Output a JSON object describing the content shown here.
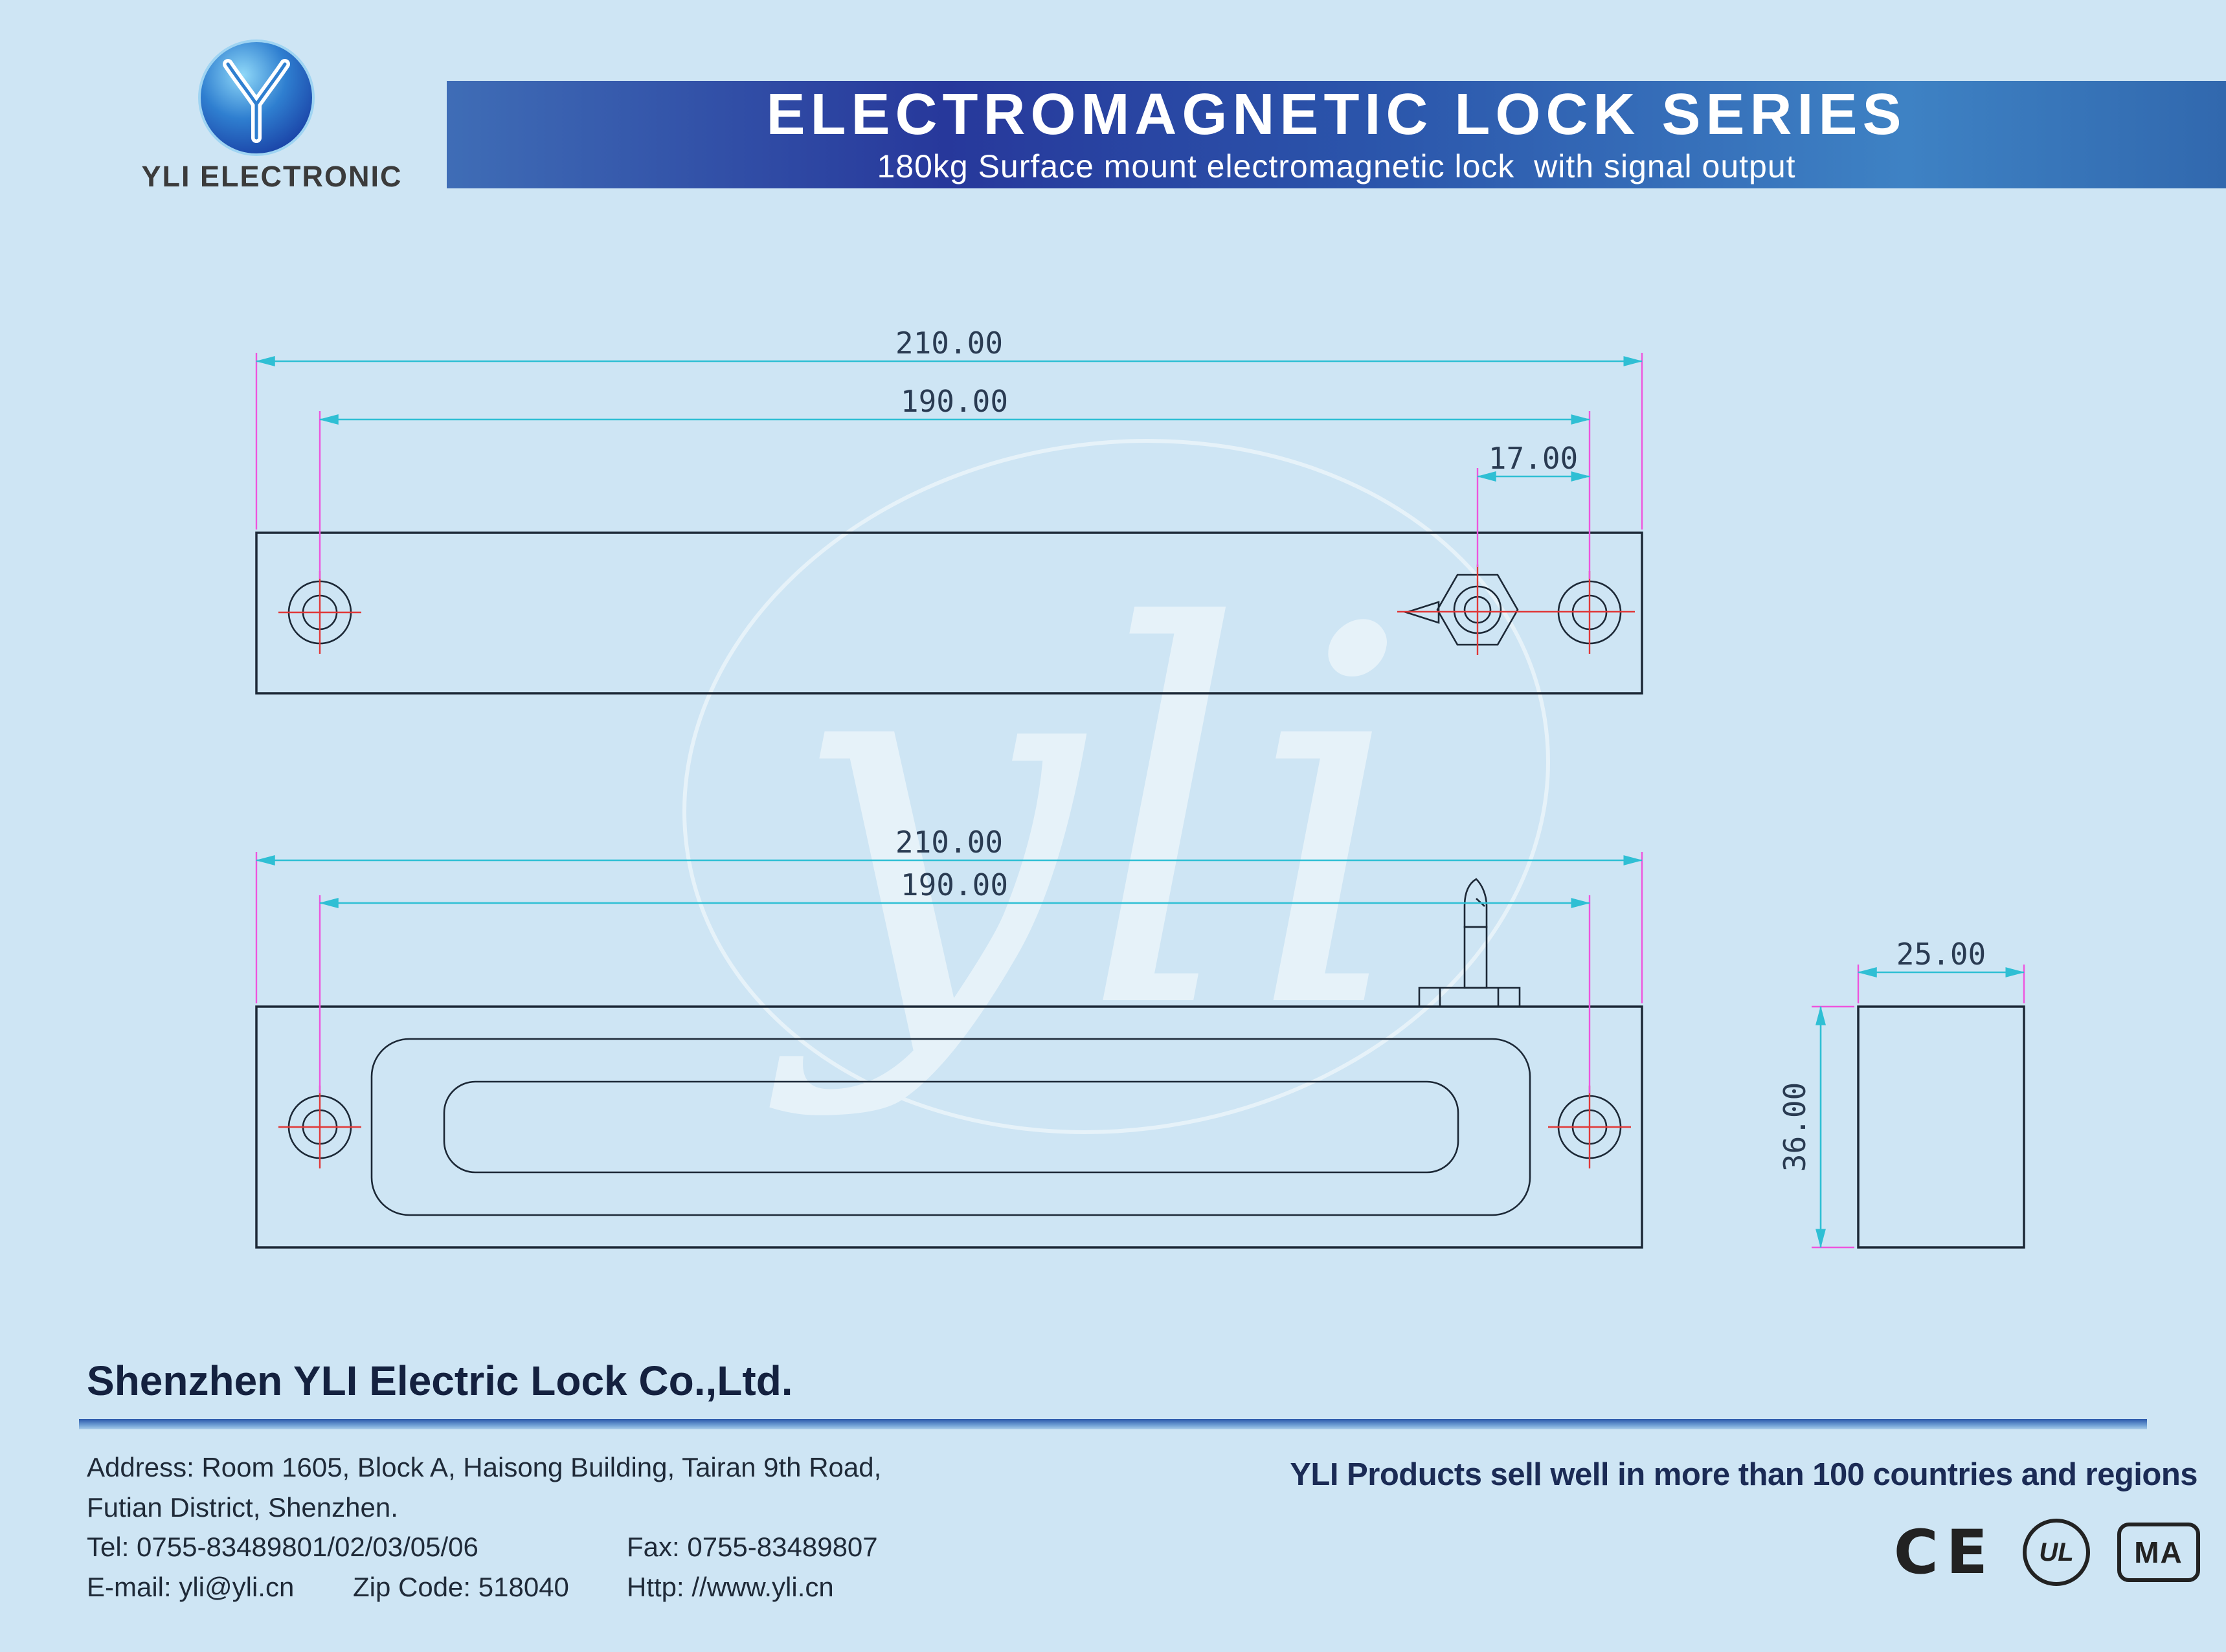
{
  "header": {
    "brand": "YLI ELECTRONIC",
    "title": "ELECTROMAGNETIC LOCK SERIES",
    "subtitle": "180kg Surface mount electromagnetic lock  with signal output"
  },
  "watermark": {
    "text": "yli"
  },
  "drawings": {
    "top_view": {
      "dim_overall": "210.00",
      "dim_holes": "190.00",
      "dim_bolt": "17.00"
    },
    "front_view": {
      "dim_overall": "210.00",
      "dim_holes": "190.00"
    },
    "side_view": {
      "dim_depth": "25.00",
      "dim_height": "36.00"
    }
  },
  "footer": {
    "company": "Shenzhen YLI Electric Lock Co.,Ltd.",
    "address_line1": "Address: Room 1605, Block A, Haisong Building, Tairan 9th Road,",
    "address_line2": "Futian District, Shenzhen.",
    "tel": "Tel: 0755-83489801/02/03/05/06",
    "fax": "Fax: 0755-83489807",
    "email": "E-mail: yli@yli.cn",
    "zip": "Zip Code: 518040",
    "website": "Http: //www.yli.cn",
    "tagline": "YLI Products sell well in more than 100 countries and regions",
    "cert_ce": "CE",
    "cert_ul": "UL",
    "cert_ma": "MA"
  },
  "colors": {
    "background": "#cee5f4",
    "banner_blue": "#27389b",
    "outline": "#1c2836",
    "dimension_line": "#2fbfd4",
    "extension_line": "#ee55dd",
    "center_line": "#e03838",
    "dimension_text": "#2a3b52"
  }
}
